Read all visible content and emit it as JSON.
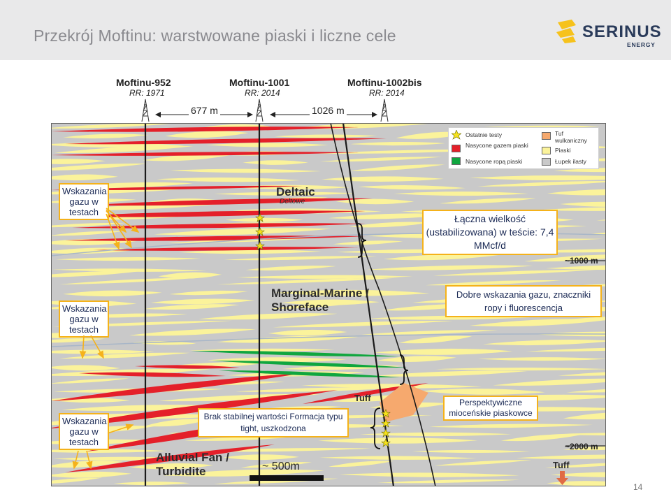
{
  "header": {
    "title": "Przekrój Moftinu: warstwowane piaski i liczne cele",
    "logo_name": "SERINUS",
    "logo_sub": "ENERGY"
  },
  "wells": [
    {
      "name": "Moftinu-952",
      "rr": "RR: 1971"
    },
    {
      "name": "Moftinu-1001",
      "rr": "RR: 2014"
    },
    {
      "name": "Moftinu-1002bis",
      "rr": "RR: 2014"
    }
  ],
  "distances": [
    "677 m",
    "1026 m"
  ],
  "legend": {
    "tests": "Ostatnie testy",
    "gas_sands": "Nasycone gazem piaski",
    "oil_sands": "Nasycone ropą piaski",
    "tuff": "Tuf wulkaniczny",
    "sands": "Piaski",
    "shale": "Łupek ilasty"
  },
  "zones": {
    "deltaic": "Deltaic",
    "deltaic_pl": "Deltowe",
    "marginal": "Marginal-Marine / Shoreface",
    "alluvial": "Alluvial Fan / Turbidite"
  },
  "callouts": {
    "gas_tests": "Wskazania gazu w testach",
    "total_flow": "Łączna wielkość (ustabilizowana) w teście: 7,4 MMcf/d",
    "good_gas": "Dobre wskazania gazu, znaczniki ropy i fluorescencja",
    "tight": "Brak stabilnej wartości Formacja typu tight, uszkodzona",
    "miocene": "Perspektywiczne mioceńskie piaskowce"
  },
  "tuff_labels": [
    "Tuff",
    "Tuff"
  ],
  "depths": [
    "~1000 m",
    "~2000 m"
  ],
  "scale": "~ 500m",
  "page_number": "14",
  "colors": {
    "gas": "#e4202a",
    "oil": "#10a63f",
    "tuff": "#f6a96e",
    "sand": "#fbf39b",
    "shale": "#c9c9c9",
    "callout_border": "#f5b21a",
    "logo": "#2a3b5a"
  }
}
